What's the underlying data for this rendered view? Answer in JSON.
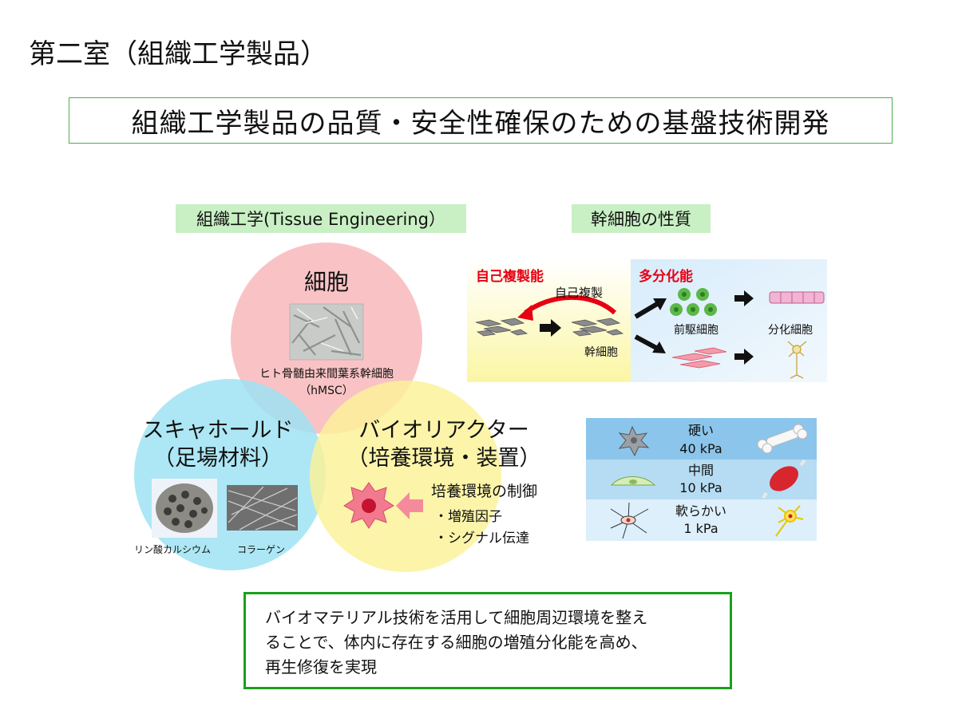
{
  "page_title": "第二室（組織工学製品）",
  "main_heading": "組織工学製品の品質・安全性確保のための基盤技術開発",
  "tissue_engineering": {
    "label": "組織工学(Tissue Engineering）",
    "cell": {
      "title": "細胞",
      "caption_line1": "ヒト骨髄由来間葉系幹細胞",
      "caption_line2": "（hMSC）",
      "color": "#f8b9bb"
    },
    "scaffold": {
      "title_line1": "スキャホールド",
      "title_line2": "（足場材料）",
      "image1_caption": "リン酸カルシウム",
      "image2_caption": "コラーゲン",
      "color": "#9fe3f3"
    },
    "bioreactor": {
      "title_line1": "バイオリアクター",
      "title_line2": "（培養環境・装置）",
      "control_title": "培養環境の制御",
      "item1": "・増殖因子",
      "item2": "・シグナル伝達",
      "color": "#fbf29a"
    }
  },
  "stem_cell": {
    "label": "幹細胞の性質",
    "self_renewal": {
      "title": "自己複製能",
      "arrow_label": "自己複製",
      "cell_label": "幹細胞",
      "title_color": "#e60012"
    },
    "multipotency": {
      "title": "多分化能",
      "progenitor_label": "前駆細胞",
      "differentiated_label": "分化細胞",
      "title_color": "#e60012"
    }
  },
  "stiffness": {
    "rows": [
      {
        "label": "硬い",
        "value": "40 kPa"
      },
      {
        "label": "中間",
        "value": "10 kPa"
      },
      {
        "label": "軟らかい",
        "value": "1 kPa"
      }
    ]
  },
  "summary": {
    "line1": "バイオマテリアル技術を活用して細胞周辺環境を整え",
    "line2": "ることで、体内に存在する細胞の増殖分化能を高め、",
    "line3": "再生修復を実現"
  }
}
